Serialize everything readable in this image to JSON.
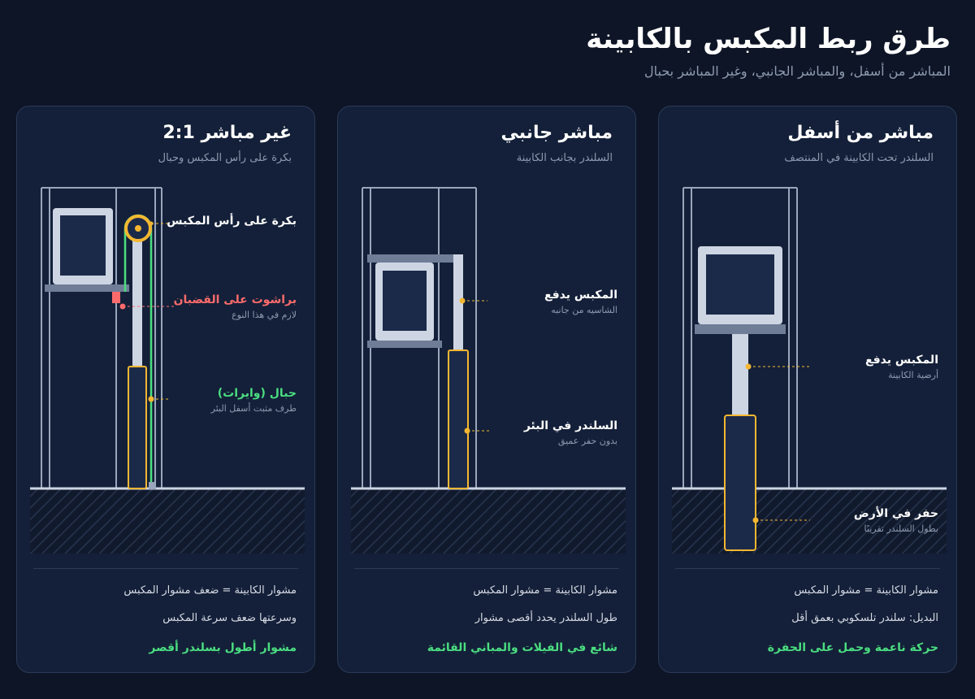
{
  "header": {
    "title": "طرق ربط المكبس بالكابينة",
    "subtitle": "المباشر من أسفل، والمباشر الجانبي، وغير المباشر بحبال"
  },
  "colors": {
    "background": "#0d1526",
    "card": "#142039",
    "cylinder_outline": "#f5b731",
    "cylinder_fill": "#1c2a4a",
    "steel": "#cdd5e3",
    "rope": "#4ade80",
    "safety": "#ff6b6b"
  },
  "cards": [
    {
      "title": "مباشر من أسفل",
      "subtitle": "السلندر تحت الكابينة في المنتصف",
      "labels": [
        {
          "title": "المكبس يدفع",
          "sub": "أرضية الكابينة"
        },
        {
          "title": "حفر في الأرض",
          "sub": "بطول السلندر تقريبًا"
        }
      ],
      "notes": [
        "مشوار الكابينة = مشوار المكبس",
        "البديل: سلندر تلسكوبي بعمق أقل"
      ],
      "highlight": "حركة ناعمة وحمل على الحفرة"
    },
    {
      "title": "مباشر جانبي",
      "subtitle": "السلندر بجانب الكابينة",
      "labels": [
        {
          "title": "المكبس يدفع",
          "sub": "الشاسيه من جانبه"
        },
        {
          "title": "السلندر في البئر",
          "sub": "بدون حفر عميق"
        }
      ],
      "notes": [
        "مشوار الكابينة = مشوار المكبس",
        "طول السلندر يحدد أقصى مشوار"
      ],
      "highlight": "شائع في الفيلات والمباني القائمة"
    },
    {
      "title": "غير مباشر 2:1",
      "subtitle": "بكرة على رأس المكبس وحبال",
      "labels": [
        {
          "title": "بكرة على رأس المكبس",
          "sub": ""
        },
        {
          "title": "براشوت على القضبان",
          "sub": "لازم في هذا النوع"
        },
        {
          "title": "حبال (وايرات)",
          "sub": "طرف مثبت أسفل البئر"
        }
      ],
      "notes": [
        "مشوار الكابينة = ضعف مشوار المكبس",
        "وسرعتها ضعف سرعة المكبس"
      ],
      "highlight": "مشوار أطول بسلندر أقصر"
    }
  ]
}
